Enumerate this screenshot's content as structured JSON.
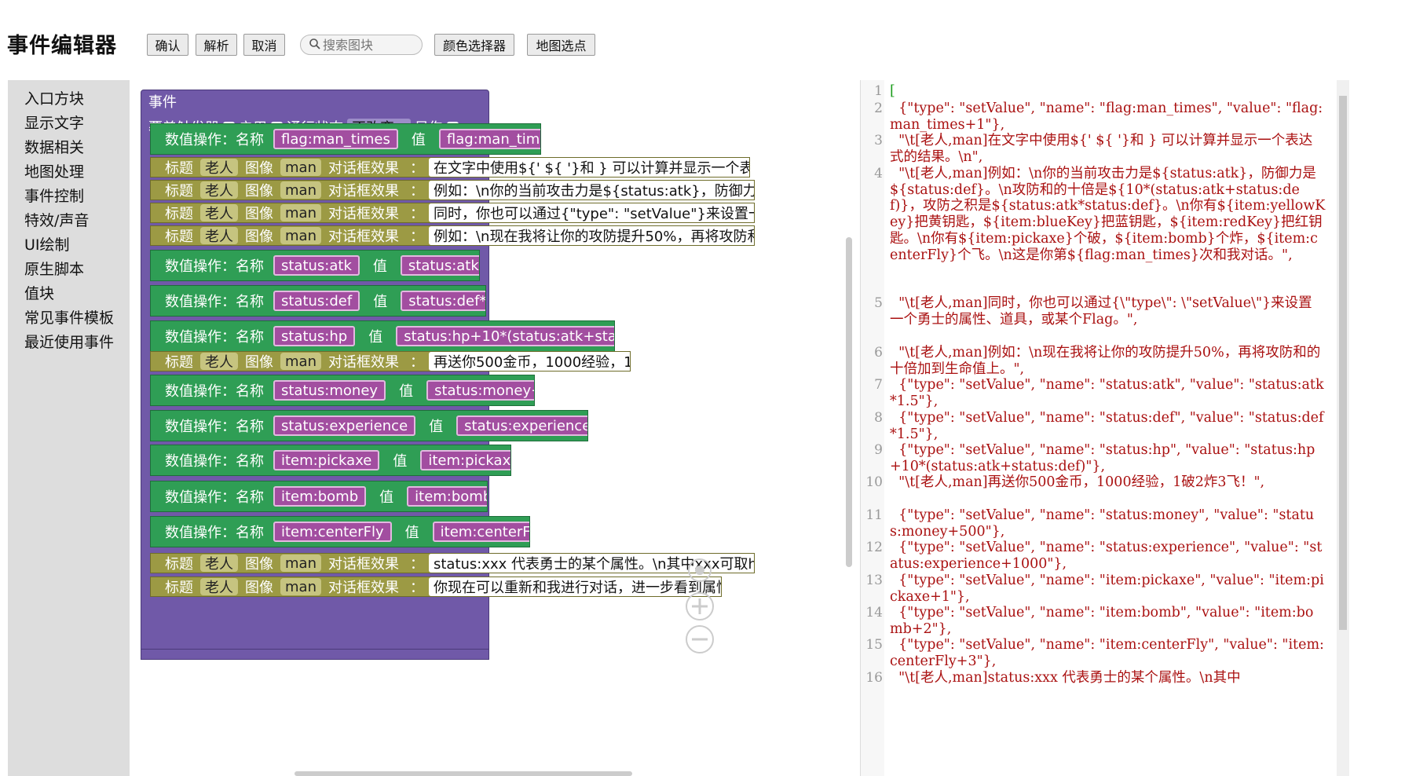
{
  "app": {
    "title": "事件编辑器"
  },
  "toolbar": {
    "confirm": "确认",
    "parse": "解析",
    "cancel": "取消",
    "search_placeholder": "搜索图块",
    "color_picker": "颜色选择器",
    "map_pick": "地图选点"
  },
  "toolbox": [
    "入口方块",
    "显示文字",
    "数据相关",
    "地图处理",
    "事件控制",
    "特效/声音",
    "UI绘制",
    "原生脚本",
    "值块",
    "常见事件模板",
    "最近使用事件"
  ],
  "blocks": {
    "event_title": "事件",
    "event_opts": {
      "override": "覆盖触发器",
      "enable": "启用",
      "pass": "通行状态",
      "pass_value": "不改变",
      "show": "显伤"
    },
    "set_label": "数值操作：名称",
    "value_label": "值",
    "tip": {
      "title": "标题",
      "role": "老人",
      "image": "图像",
      "image_val": "man",
      "effect": "对话框效果"
    },
    "items": [
      {
        "kind": "set",
        "name": "flag:man_times",
        "value": "flag:man_times+1"
      },
      {
        "kind": "tip",
        "text": "在文字中使用${' ${ '}和 } 可以计算并显示一个表达式的结果。\\n"
      },
      {
        "kind": "tip",
        "text": "例如：\\n你的当前攻击力是${status:atk}，防御力是${status:def}。"
      },
      {
        "kind": "tip",
        "text": "同时，你也可以通过{\"type\": \"setValue\"}来设置一个勇士的属性、道"
      },
      {
        "kind": "tip",
        "text": "例如：\\n现在我将让你的攻防提升50%，再将攻防和的十倍加到生命"
      },
      {
        "kind": "set",
        "name": "status:atk",
        "value": "status:atk*1.5"
      },
      {
        "kind": "set",
        "name": "status:def",
        "value": "status:def*1.5"
      },
      {
        "kind": "set",
        "name": "status:hp",
        "value": "status:hp+10*(status:atk+status:def)"
      },
      {
        "kind": "tip",
        "text": "再送你500金币，1000经验，1破2炸3飞！"
      },
      {
        "kind": "set",
        "name": "status:money",
        "value": "status:money+500"
      },
      {
        "kind": "set",
        "name": "status:experience",
        "value": "status:experience+1000"
      },
      {
        "kind": "set",
        "name": "item:pickaxe",
        "value": "item:pickaxe+1"
      },
      {
        "kind": "set",
        "name": "item:bomb",
        "value": "item:bomb+2"
      },
      {
        "kind": "set",
        "name": "item:centerFly",
        "value": "item:centerFly+3"
      },
      {
        "kind": "tip",
        "text": "status:xxx 代表勇士的某个属性。\\n其中xxx可取hp, atk, def, mo"
      },
      {
        "kind": "tip",
        "text": "你现在可以重新和我进行对话，进一步看到属性值的改变。"
      }
    ]
  },
  "code_lines": [
    {
      "n": "1",
      "text": "["
    },
    {
      "n": "2",
      "text": "  {\"type\": \"setValue\", \"name\": \"flag:man_times\", \"value\": \"flag:man_times+1\"},"
    },
    {
      "n": "3",
      "text": "  \"\\t[老人,man]在文字中使用${' ${ '}和 } 可以计算并显示一个表达式的结果。\\n\","
    },
    {
      "n": "4",
      "text": "  \"\\t[老人,man]例如：\\n你的当前攻击力是${status:atk}，防御力是${status:def}。\\n攻防和的十倍是${10*(status:atk+status:def)}，攻防之积是${status:atk*status:def}。\\n你有${item:yellowKey}把黄钥匙，${item:blueKey}把蓝钥匙，${item:redKey}把红钥匙。\\n你有${item:pickaxe}个破，${item:bomb}个炸，${item:centerFly}个飞。\\n这是你第${flag:man_times}次和我对话。\","
    },
    {
      "n": "5",
      "text": "  \"\\t[老人,man]同时，你也可以通过{\\\"type\\\": \\\"setValue\\\"}来设置一个勇士的属性、道具，或某个Flag。\","
    },
    {
      "n": "6",
      "text": "  \"\\t[老人,man]例如：\\n现在我将让你的攻防提升50%，再将攻防和的十倍加到生命值上。\","
    },
    {
      "n": "7",
      "text": "  {\"type\": \"setValue\", \"name\": \"status:atk\", \"value\": \"status:atk*1.5\"},"
    },
    {
      "n": "8",
      "text": "  {\"type\": \"setValue\", \"name\": \"status:def\", \"value\": \"status:def*1.5\"},"
    },
    {
      "n": "9",
      "text": "  {\"type\": \"setValue\", \"name\": \"status:hp\", \"value\": \"status:hp+10*(status:atk+status:def)\"},"
    },
    {
      "n": "10",
      "text": "  \"\\t[老人,man]再送你500金币，1000经验，1破2炸3飞！\","
    },
    {
      "n": "11",
      "text": "  {\"type\": \"setValue\", \"name\": \"status:money\", \"value\": \"status:money+500\"},"
    },
    {
      "n": "12",
      "text": "  {\"type\": \"setValue\", \"name\": \"status:experience\", \"value\": \"status:experience+1000\"},"
    },
    {
      "n": "13",
      "text": "  {\"type\": \"setValue\", \"name\": \"item:pickaxe\", \"value\": \"item:pickaxe+1\"},"
    },
    {
      "n": "14",
      "text": "  {\"type\": \"setValue\", \"name\": \"item:bomb\", \"value\": \"item:bomb+2\"},"
    },
    {
      "n": "15",
      "text": "  {\"type\": \"setValue\", \"name\": \"item:centerFly\", \"value\": \"item:centerFly+3\"},"
    },
    {
      "n": "16",
      "text": "  \"\\t[老人,man]status:xxx 代表勇士的某个属性。\\n其中"
    }
  ]
}
